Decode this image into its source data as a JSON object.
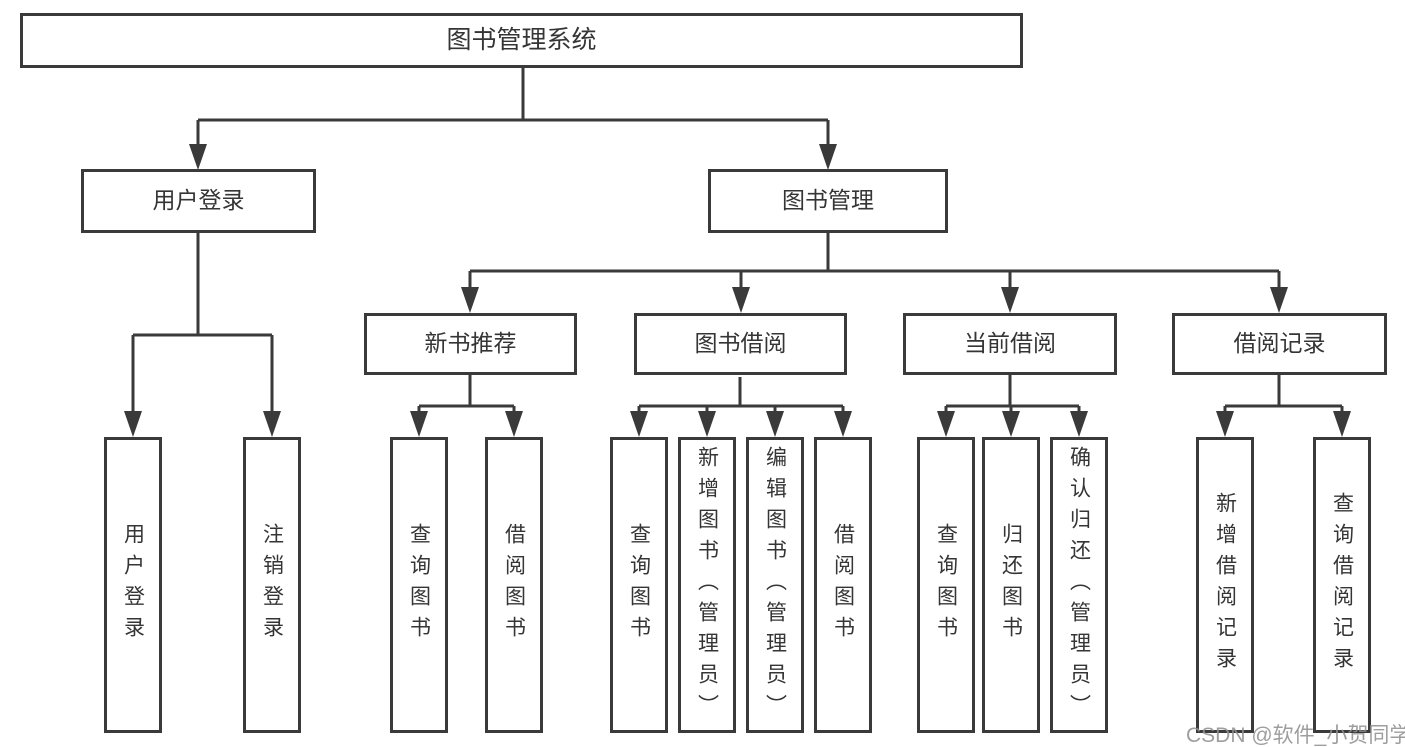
{
  "tree": {
    "root": "图书管理系统",
    "branches": [
      {
        "label": "用户登录",
        "children": [
          "用户登录",
          "注销登录"
        ]
      },
      {
        "label": "图书管理",
        "groups": [
          {
            "label": "新书推荐",
            "children": [
              "查询图书",
              "借阅图书"
            ]
          },
          {
            "label": "图书借阅",
            "children": [
              "查询图书",
              "新增图书（管理员）",
              "编辑图书（管理员）",
              "借阅图书"
            ]
          },
          {
            "label": "当前借阅",
            "children": [
              "查询图书",
              "归还图书",
              "确认归还（管理员）"
            ]
          },
          {
            "label": "借阅记录",
            "children": [
              "新增借阅记录",
              "查询借阅记录"
            ]
          }
        ]
      }
    ]
  },
  "watermark": "CSDN @软件_小贺同学",
  "colors": {
    "line": "#3a3a3a",
    "box_border": "#3a3a3a",
    "text": "#353535",
    "watermark": "#919191",
    "background": "#ffffff"
  }
}
